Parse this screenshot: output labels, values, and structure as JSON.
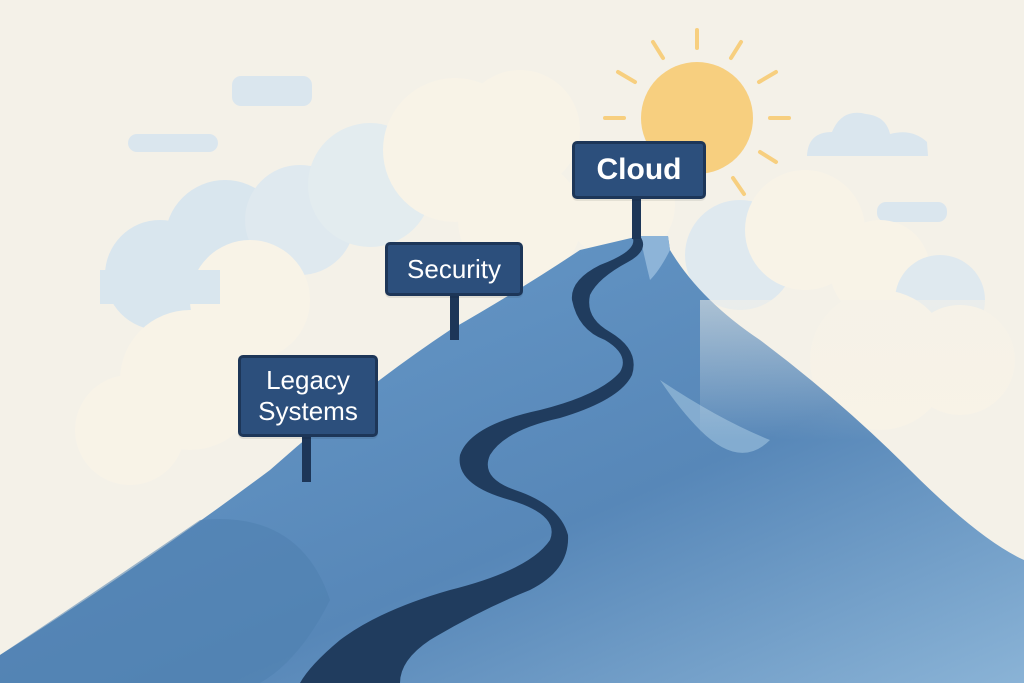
{
  "signs": {
    "legacy": {
      "line1": "Legacy",
      "line2": "Systems"
    },
    "security": {
      "label": "Security"
    },
    "cloud": {
      "label": "Cloud"
    }
  },
  "colors": {
    "background": "#f4f1e8",
    "mountain": "#5a8fc0",
    "path": "#203c5e",
    "sign": "#2c4f7c",
    "sun": "#f7cf7f",
    "cloud": "#fbf6ea",
    "sky_cloud": "#d9e6ee"
  }
}
